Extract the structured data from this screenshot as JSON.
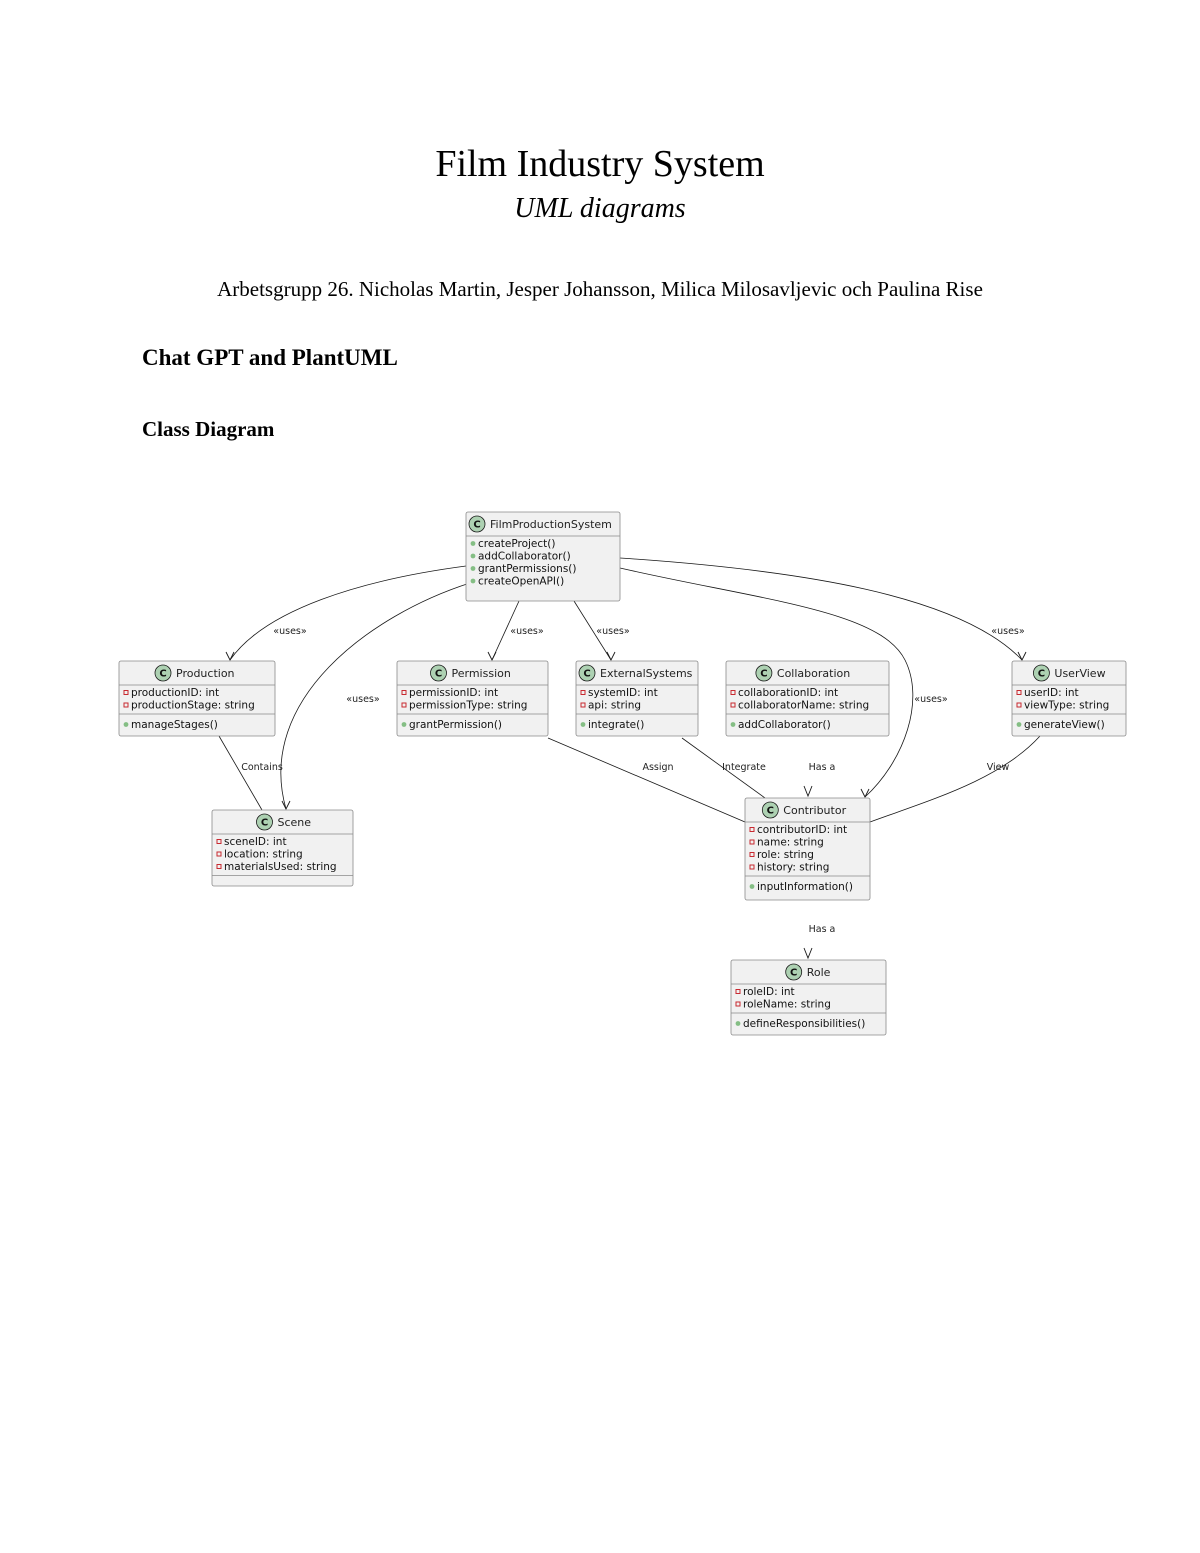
{
  "document": {
    "title": "Film Industry System",
    "subtitle": "UML diagrams",
    "authors": "Arbetsgrupp 26. Nicholas Martin, Jesper Johansson, Milica Milosavljevic och Paulina Rise",
    "section_heading": "Chat GPT and PlantUML",
    "subsection_heading": "Class Diagram"
  },
  "diagram": {
    "class_icon_letter": "C",
    "colors": {
      "class_fill": "#f1f1f1",
      "border": "#181818",
      "icon_fill": "#add1b2",
      "field_marker": "#c82930",
      "method_marker": "#84be84"
    },
    "classes": [
      {
        "id": "FilmProductionSystem",
        "name": "FilmProductionSystem",
        "fields": [],
        "methods": [
          "createProject()",
          "addCollaborator()",
          "grantPermissions()",
          "createOpenAPI()"
        ]
      },
      {
        "id": "Production",
        "name": "Production",
        "fields": [
          "productionID: int",
          "productionStage: string"
        ],
        "methods": [
          "manageStages()"
        ]
      },
      {
        "id": "Permission",
        "name": "Permission",
        "fields": [
          "permissionID: int",
          "permissionType: string"
        ],
        "methods": [
          "grantPermission()"
        ]
      },
      {
        "id": "ExternalSystems",
        "name": "ExternalSystems",
        "fields": [
          "systemID: int",
          "api: string"
        ],
        "methods": [
          "integrate()"
        ]
      },
      {
        "id": "Collaboration",
        "name": "Collaboration",
        "fields": [
          "collaborationID: int",
          "collaboratorName: string"
        ],
        "methods": [
          "addCollaborator()"
        ]
      },
      {
        "id": "UserView",
        "name": "UserView",
        "fields": [
          "userID: int",
          "viewType: string"
        ],
        "methods": [
          "generateView()"
        ]
      },
      {
        "id": "Scene",
        "name": "Scene",
        "fields": [
          "sceneID: int",
          "location: string",
          "materialsUsed: string"
        ],
        "methods": []
      },
      {
        "id": "Contributor",
        "name": "Contributor",
        "fields": [
          "contributorID: int",
          "name: string",
          "role: string",
          "history: string"
        ],
        "methods": [
          "inputInformation()"
        ]
      },
      {
        "id": "Role",
        "name": "Role",
        "fields": [
          "roleID: int",
          "roleName: string"
        ],
        "methods": [
          "defineResponsibilities()"
        ]
      }
    ],
    "relations": [
      {
        "from": "FilmProductionSystem",
        "to": "Production",
        "label": "«uses»"
      },
      {
        "from": "FilmProductionSystem",
        "to": "Scene",
        "label": "«uses»"
      },
      {
        "from": "FilmProductionSystem",
        "to": "Permission",
        "label": "«uses»"
      },
      {
        "from": "FilmProductionSystem",
        "to": "ExternalSystems",
        "label": "«uses»"
      },
      {
        "from": "FilmProductionSystem",
        "to": "Contributor",
        "label": "«uses»"
      },
      {
        "from": "FilmProductionSystem",
        "to": "UserView",
        "label": "«uses»"
      },
      {
        "from": "Production",
        "to": "Scene",
        "label": "Contains"
      },
      {
        "from": "Permission",
        "to": "Contributor",
        "label": "Assign"
      },
      {
        "from": "ExternalSystems",
        "to": "Contributor",
        "label": "Integrate"
      },
      {
        "from": "Collaboration",
        "to": "Contributor",
        "label": "Has a"
      },
      {
        "from": "UserView",
        "to": "Contributor",
        "label": "View"
      },
      {
        "from": "Contributor",
        "to": "Role",
        "label": "Has a"
      }
    ]
  }
}
